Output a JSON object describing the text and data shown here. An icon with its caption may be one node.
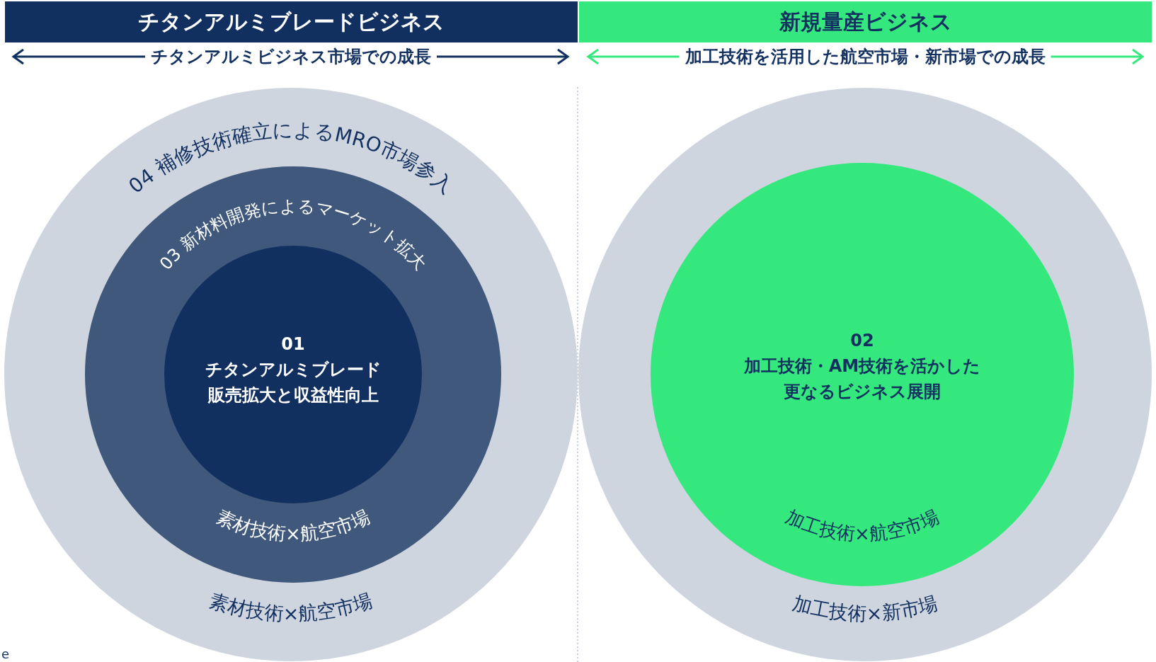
{
  "diagram": {
    "nodes": [
      {
        "text": [
          "チタンアルミブレードビジネス"
        ]
      },
      {
        "text": [
          "新規量産ビジネス"
        ]
      },
      {
        "text": [
          "04 補修技術確立によるMRO市場参入",
          "素材技術×航空市場"
        ]
      },
      {
        "text": [
          "03 新材料開発によるマーケット拡大",
          "素材技術×航空市場"
        ],
        "in": 2
      },
      {
        "text": [
          "01",
          "チタンアルミブレード販売拡大と収益性向上"
        ],
        "in": 3
      },
      {
        "text": [
          "加工技術×新市場"
        ]
      },
      {
        "text": [
          "02",
          "加工技術・AM技術を活かした更なるビジネス展開",
          "加工技術×航空市場"
        ],
        "in": 5
      }
    ],
    "labels": [
      "チタンアルミビジネス市場での成長",
      "加工技術を活用した航空市場・新市場での成長",
      "e"
    ]
  }
}
